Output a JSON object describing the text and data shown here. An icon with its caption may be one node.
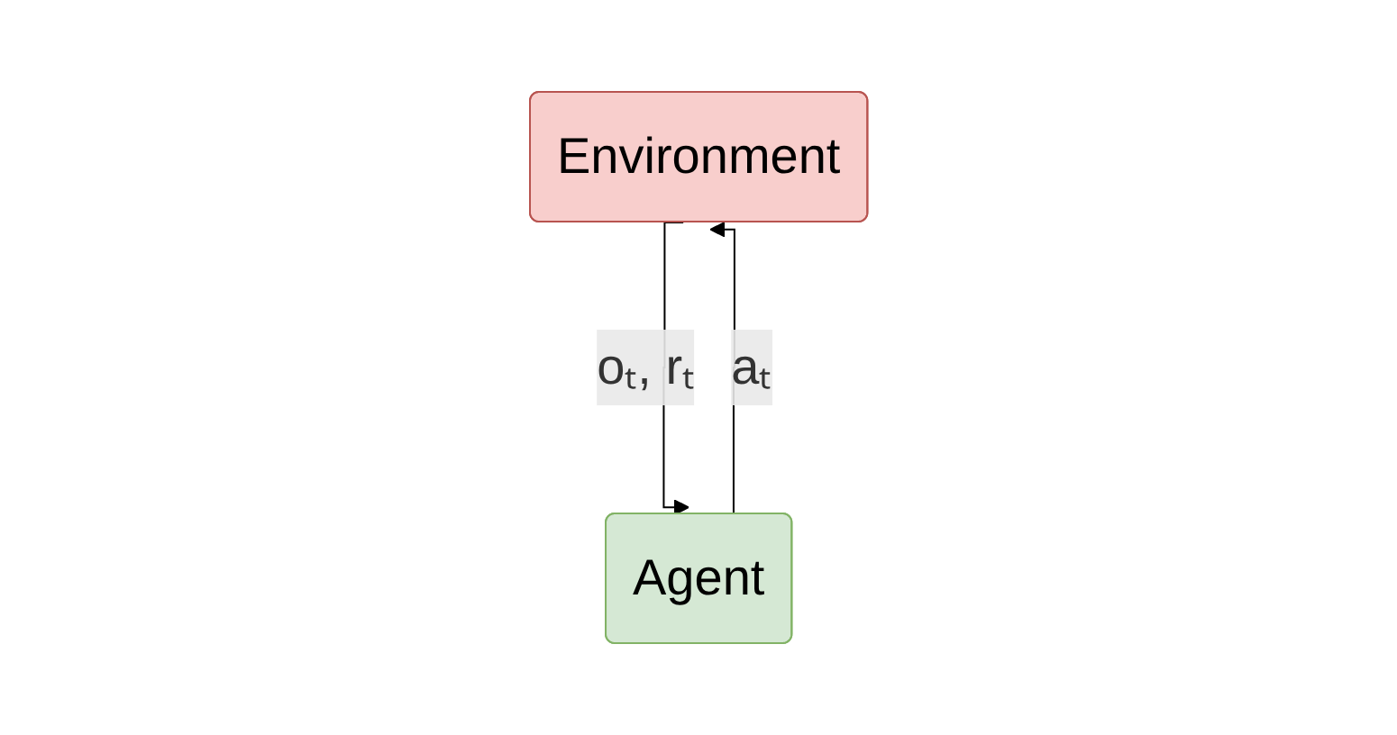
{
  "diagram": {
    "nodes": [
      {
        "text": [
          "Environment"
        ]
      },
      {
        "text": [
          "Agent"
        ]
      }
    ],
    "edges": [
      {
        "from": 0,
        "to": 1,
        "arrow": "to",
        "label": "oₜ, rₜ"
      },
      {
        "from": 1,
        "to": 0,
        "arrow": "to",
        "label": "aₜ"
      }
    ]
  }
}
